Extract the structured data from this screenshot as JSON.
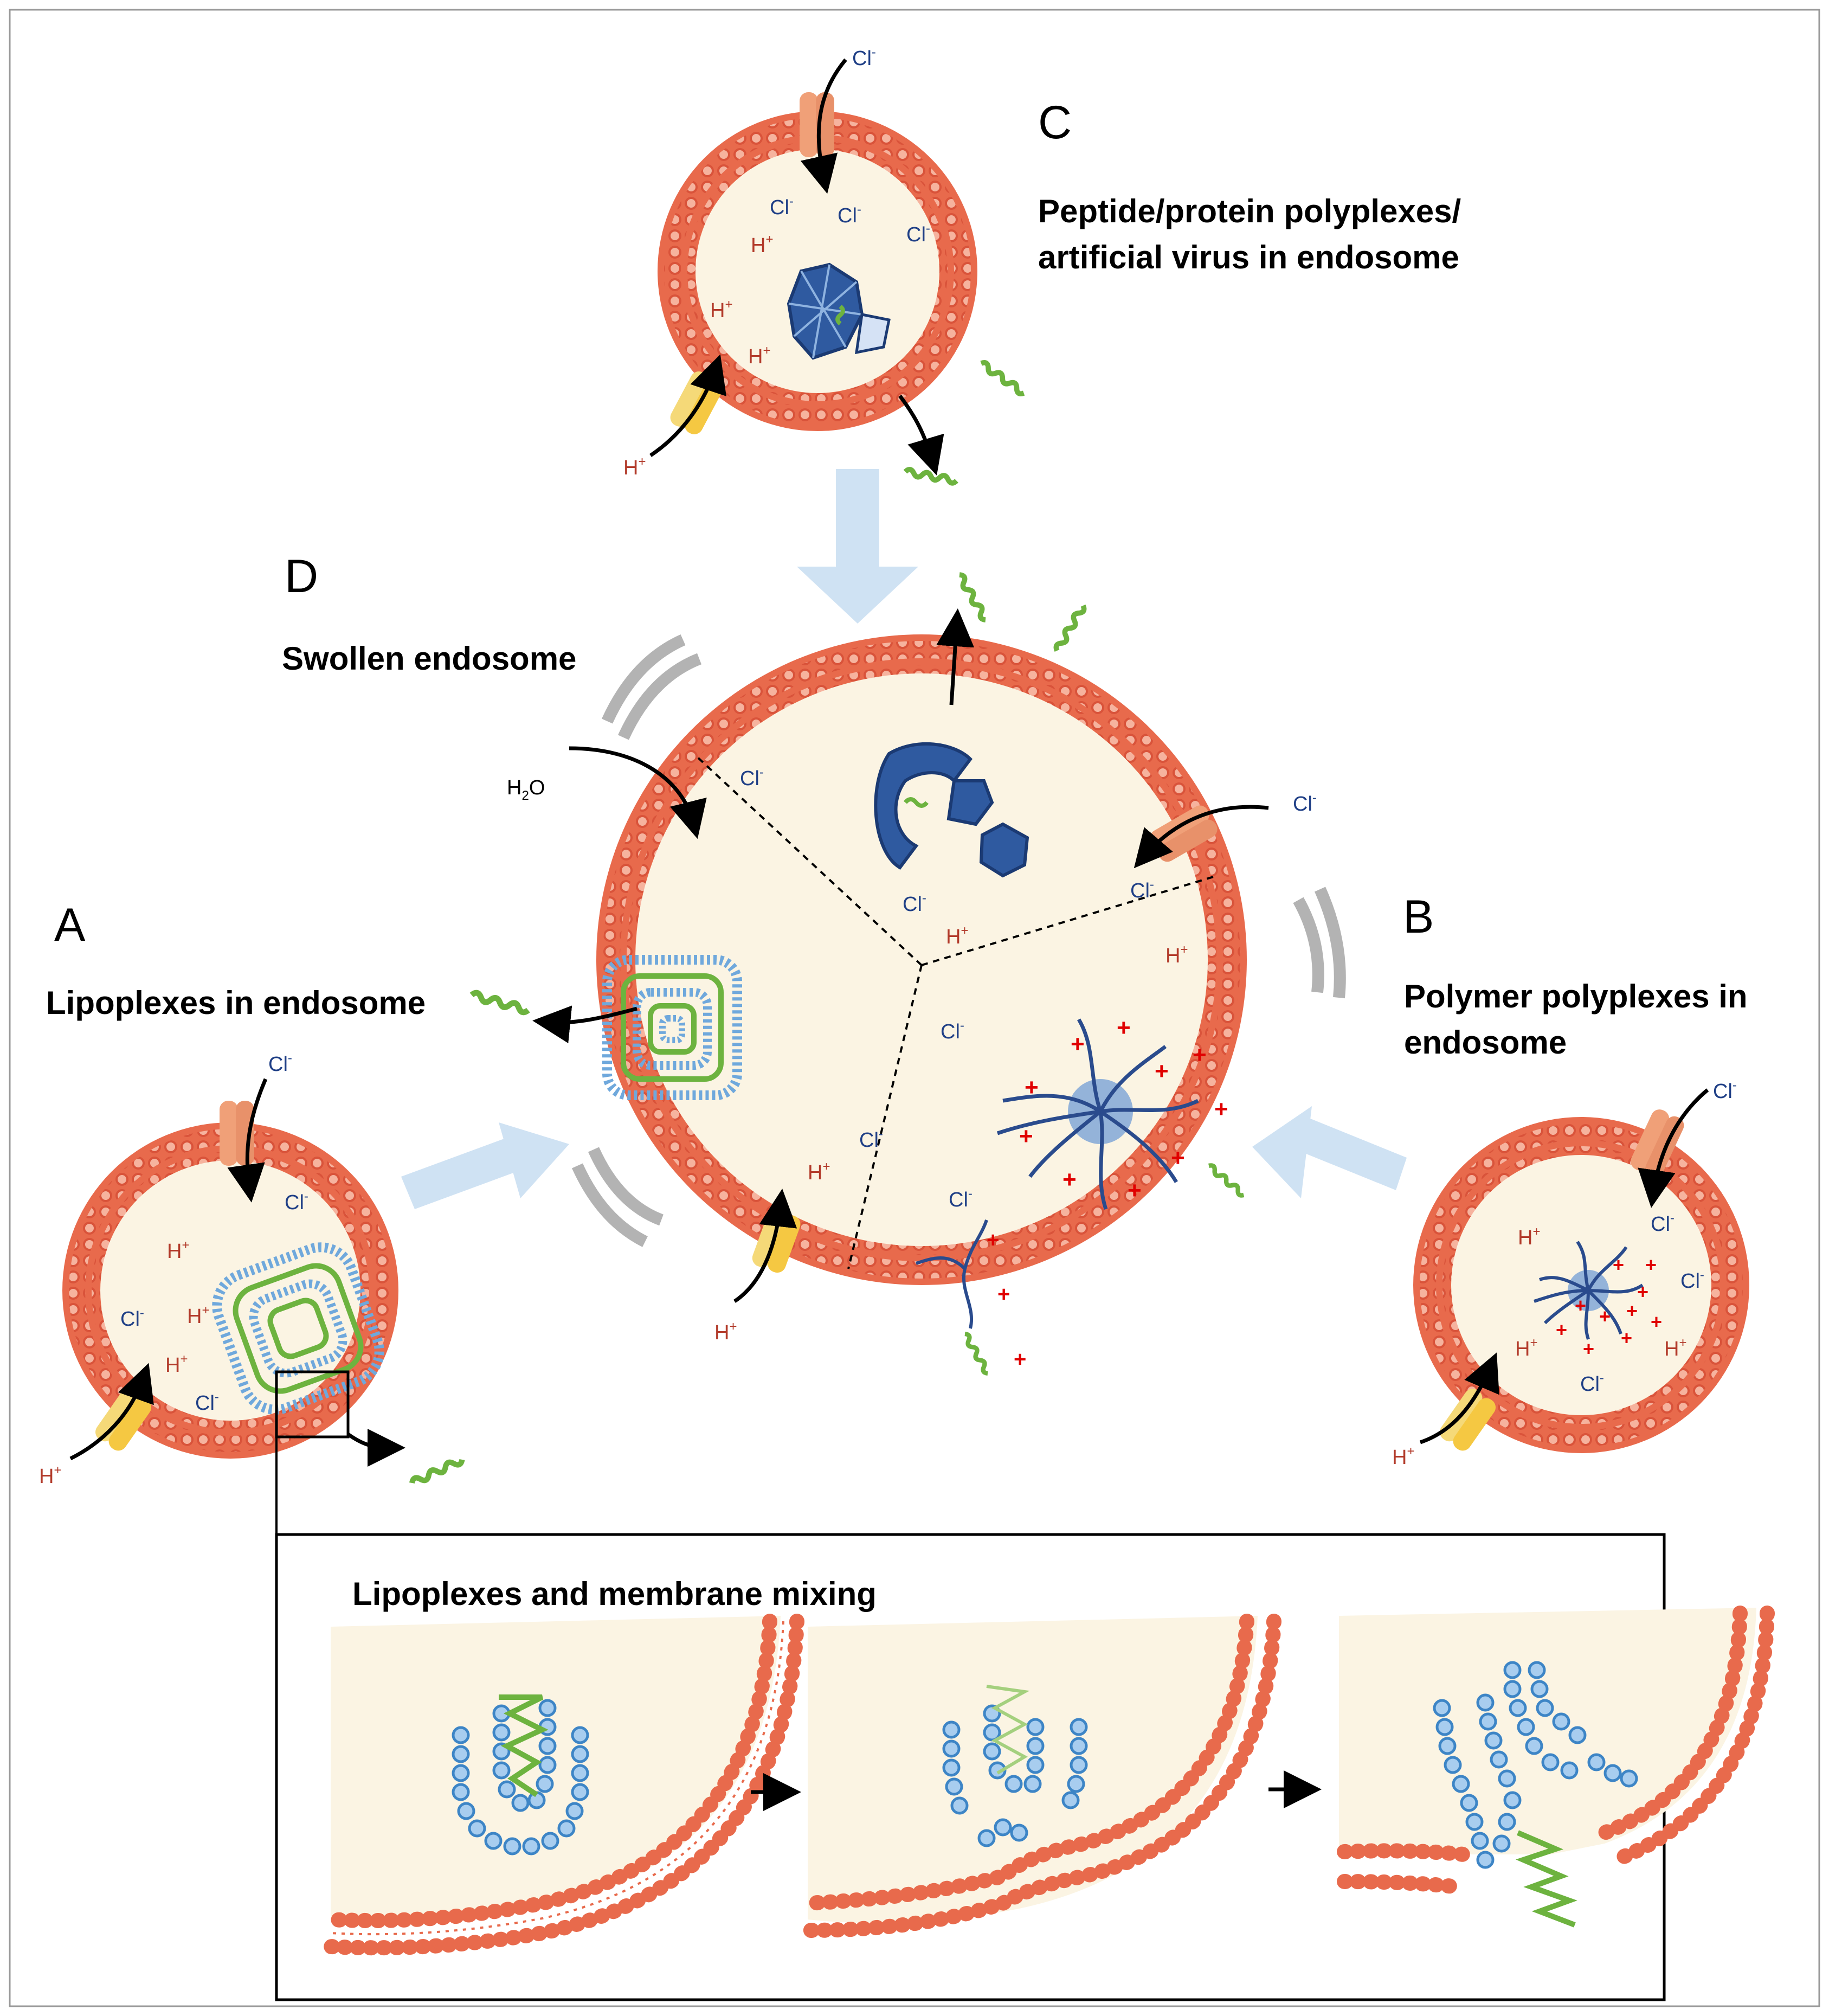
{
  "panels": {
    "a": {
      "letter": "A",
      "title": "Lipoplexes in endosome"
    },
    "b": {
      "letter": "B",
      "title_line1": "Polymer polyplexes in",
      "title_line2": "endosome"
    },
    "c": {
      "letter": "C",
      "title_line1": "Peptide/protein polyplexes/",
      "title_line2": "artificial virus in endosome"
    },
    "d": {
      "letter": "D",
      "title": "Swollen endosome"
    }
  },
  "inset": {
    "title": "Lipoplexes and membrane mixing"
  },
  "ions": {
    "cl": "Cl",
    "h": "H",
    "minus": "-",
    "plus": "+",
    "water_h": "H",
    "water_2": "2",
    "water_o": "O",
    "charge": "+"
  },
  "colors": {
    "membrane": "#e86a4c",
    "lumen": "#fbf4e3",
    "lipoplex": "#6fa8dc",
    "nucleic_acid": "#6db33f",
    "polymer": "#2a4b8d",
    "capsid": "#2f5aa0",
    "arrow_big": "#cfe2f3",
    "chloride_channel": "#f0a078",
    "proton_pump": "#f5c842",
    "swelling_marks": "#a6a6a6",
    "plus_charge": "#e00000"
  },
  "icons": [
    "chloride-channel-icon",
    "proton-pump-icon",
    "nucleic-acid-icon",
    "lipoplex-icon",
    "polyplex-icon",
    "capsid-icon"
  ]
}
